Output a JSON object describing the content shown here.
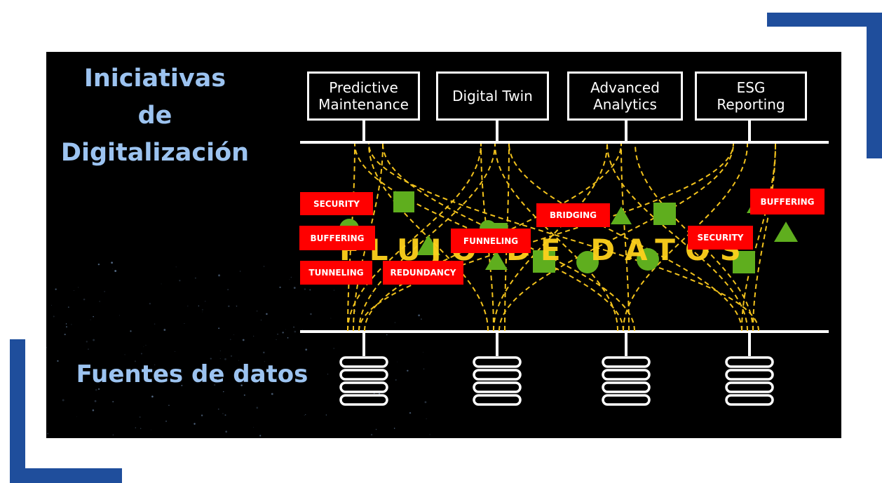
{
  "colors": {
    "accent": "#1f4e9c",
    "heading": "#9cc3f0",
    "tag": "#ff0000",
    "flow": "#f2c21c",
    "shape": "#5fae1e"
  },
  "diagram": {
    "heading_top": [
      "Iniciativas",
      "de",
      "Digitalización"
    ],
    "heading_bottom": "Fuentes de datos",
    "initiatives": [
      {
        "line1": "Predictive",
        "line2": "Maintenance"
      },
      {
        "line1": "Digital Twin",
        "line2": ""
      },
      {
        "line1": "Advanced",
        "line2": "Analytics"
      },
      {
        "line1": "ESG",
        "line2": "Reporting"
      }
    ],
    "watermark": "FLUJO DE DATOS",
    "tags": [
      "SECURITY",
      "BUFFERING",
      "TUNNELING",
      "REDUNDANCY",
      "FUNNELING",
      "BRIDGING",
      "SECURITY",
      "BUFFERING"
    ],
    "source_icon": "database-stack-icon"
  }
}
